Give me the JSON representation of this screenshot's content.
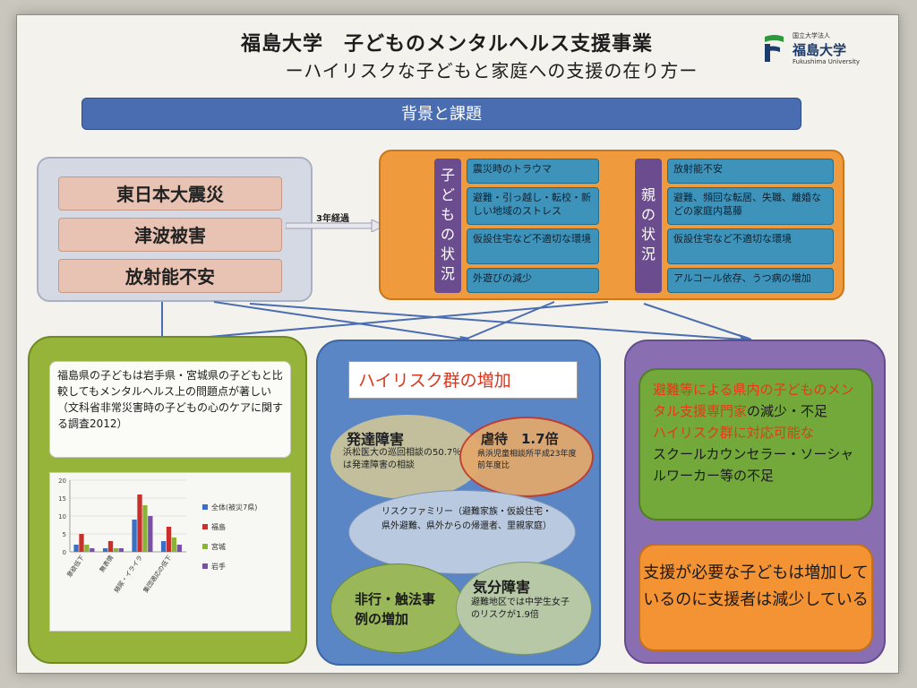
{
  "header": {
    "title": "福島大学　子どものメンタルヘルス支援事業",
    "subtitle": "ーハイリスクな子どもと家庭への支援の在り方ー",
    "logo_small": "国立大学法人",
    "logo_name": "福島大学",
    "logo_eng": "Fukushima University"
  },
  "banner": "背景と課題",
  "disaster": {
    "items": [
      "東日本大震災",
      "津波被害",
      "放射能不安"
    ],
    "elapsed": "3年経過"
  },
  "children": {
    "label": "子どもの状況",
    "items": [
      "震災時のトラウマ",
      "避難・引っ越し・転校・新しい地域のストレス",
      "仮設住宅など不適切な環境",
      "外遊びの減少"
    ]
  },
  "parents": {
    "label": "親の状況",
    "items": [
      "放射能不安",
      "避難、頻回な転居、失職、離婚などの家庭内葛藤",
      "仮設住宅など不適切な環境",
      "アルコール依存、うつ病の増加"
    ]
  },
  "left_panel": {
    "text": "福島県の子どもは岩手県・宮城県の子どもと比較してもメンタルヘルス上の問題点が著しい（文科省非常災害時の子どもの心のケアに関する調査2012）"
  },
  "chart_data": {
    "type": "bar",
    "categories": [
      "意欲低下",
      "無表情",
      "頻尿・イライラ",
      "集団適応の低下"
    ],
    "series": [
      {
        "name": "全体(被災7県)",
        "values": [
          2,
          1,
          9,
          3
        ]
      },
      {
        "name": "福島",
        "values": [
          5,
          3,
          16,
          7
        ]
      },
      {
        "name": "宮城",
        "values": [
          2,
          1,
          13,
          4
        ]
      },
      {
        "name": "岩手",
        "values": [
          1,
          1,
          10,
          2
        ]
      }
    ],
    "ylim": [
      0,
      20
    ],
    "yticks": [
      "0",
      "5",
      "10",
      "15",
      "20"
    ],
    "colors": [
      "#3b6fc4",
      "#c8302c",
      "#8ab33a",
      "#7a4fa8"
    ],
    "legend": "right"
  },
  "middle_panel": {
    "title": "ハイリスク群の増加",
    "dev_title": "発達障害",
    "dev_text": "浜松医大の巡回相談の50.7％は発達障害の相談",
    "abuse_title": "虐待　1.7倍",
    "abuse_text": "県浜児童相談所平成23年度前年度比",
    "risk_text": "リスクファミリー（避難家族・仮設住宅・県外避難、県外からの帰還者、里親家庭）",
    "delinq_title": "非行・触法事例の増加",
    "mood_title": "気分障害",
    "mood_text": "避難地区では中学生女子のリスクが1.9倍"
  },
  "right_panel": {
    "line1_red": "避難等による県内の子どものメンタル支援専門家",
    "line1_dark": "の減少・不足",
    "line2_red": "ハイリスク群に対応可能な",
    "line2_dark": "スクールカウンセラー・ソーシャルワーカー等の不足",
    "bottom": "支援が必要な子どもは増加しているのに支援者は減少している"
  }
}
